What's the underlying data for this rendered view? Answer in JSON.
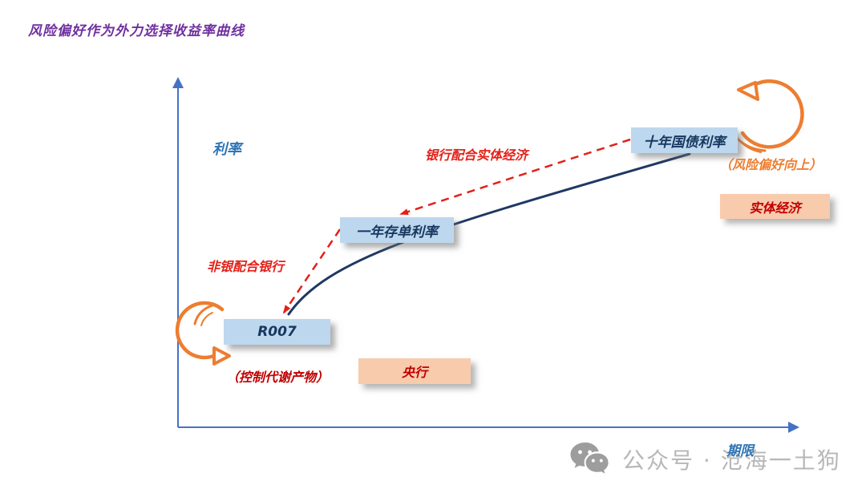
{
  "title": {
    "text": "风险偏好作为外力选择收益率曲线",
    "color": "#7030A0"
  },
  "axes": {
    "y_label": "利率",
    "x_label": "期限",
    "color": "#4472C4"
  },
  "curve": {
    "name": "yield-curve",
    "color": "#1F3864"
  },
  "rate_nodes": [
    {
      "id": "r007",
      "label": "R007"
    },
    {
      "id": "one-year-cd",
      "label": "一年存单利率"
    },
    {
      "id": "ten-year-treasury",
      "label": "十年国债利率"
    }
  ],
  "entity_boxes": [
    {
      "id": "central-bank",
      "label": "央行"
    },
    {
      "id": "real-economy",
      "label": "实体经济"
    }
  ],
  "flow_labels": [
    {
      "id": "nonbank-with-bank",
      "label": "非银配合银行"
    },
    {
      "id": "bank-with-economy",
      "label": "银行配合实体经济"
    }
  ],
  "annotations": [
    {
      "id": "metabolic-control",
      "label": "（控制代谢产物）",
      "color": "#C00000"
    },
    {
      "id": "risk-appetite-up",
      "label": "（风险偏好向上）",
      "color": "#ED7D31"
    }
  ],
  "watermark": {
    "icon": "wechat-icon",
    "text": "公众号 · 沧海一土狗"
  },
  "colors": {
    "node_box_fill": "#BDD7EE",
    "entity_box_fill": "#F8CBAD",
    "curve": "#1F3864",
    "dashed_arrow": "#E32119",
    "rotate_arrow": "#ED7D31",
    "axis": "#4472C4",
    "watermark_gray": "#b7b7b7"
  }
}
